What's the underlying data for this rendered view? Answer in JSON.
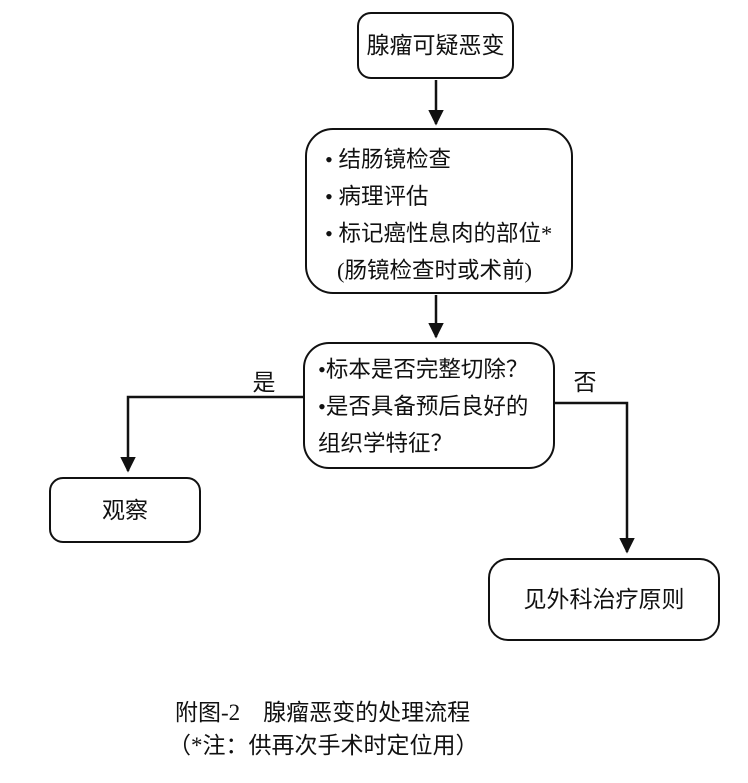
{
  "page": {
    "background": "#ffffff",
    "ink": "#111111"
  },
  "flowchart": {
    "nodes": {
      "suspected": {
        "label": "腺瘤可疑恶变"
      },
      "workup": {
        "lines": [
          "• 结肠镜检查",
          "• 病理评估",
          "• 标记癌性息肉的部位*",
          "(肠镜检查时或术前)"
        ]
      },
      "decision": {
        "lines": [
          "•标本是否完整切除？",
          "•是否具备预后良好的",
          "组织学特征？"
        ]
      },
      "observe": {
        "label": "观察"
      },
      "surgery": {
        "label": "见外科治疗原则"
      }
    },
    "branch_labels": {
      "yes": "是",
      "no": "否"
    }
  },
  "caption": {
    "line1": "附图-2　腺瘤恶变的处理流程",
    "line2": "（*注：供再次手术时定位用）"
  }
}
